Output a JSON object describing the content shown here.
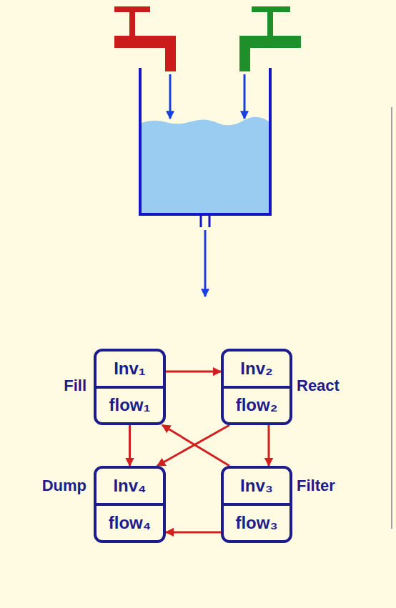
{
  "diagram": {
    "nodes": [
      {
        "text": [
          "Fill",
          "Inv₁",
          "flow₁"
        ]
      },
      {
        "text": [
          "React",
          "Inv₂",
          "flow₂"
        ]
      },
      {
        "text": [
          "Filter",
          "Inv₃",
          "flow₃"
        ]
      },
      {
        "text": [
          "Dump",
          "Inv₄",
          "flow₄"
        ]
      }
    ],
    "edges": [
      {
        "from": 0,
        "to": 1,
        "arrow": "to"
      },
      {
        "from": 0,
        "to": 3,
        "arrow": "to"
      },
      {
        "from": 1,
        "to": 2,
        "arrow": "to"
      },
      {
        "from": 2,
        "to": 3,
        "arrow": "to"
      },
      {
        "from": 1,
        "to": 3,
        "arrow": "to"
      },
      {
        "from": 2,
        "to": 0,
        "arrow": "to"
      }
    ]
  }
}
